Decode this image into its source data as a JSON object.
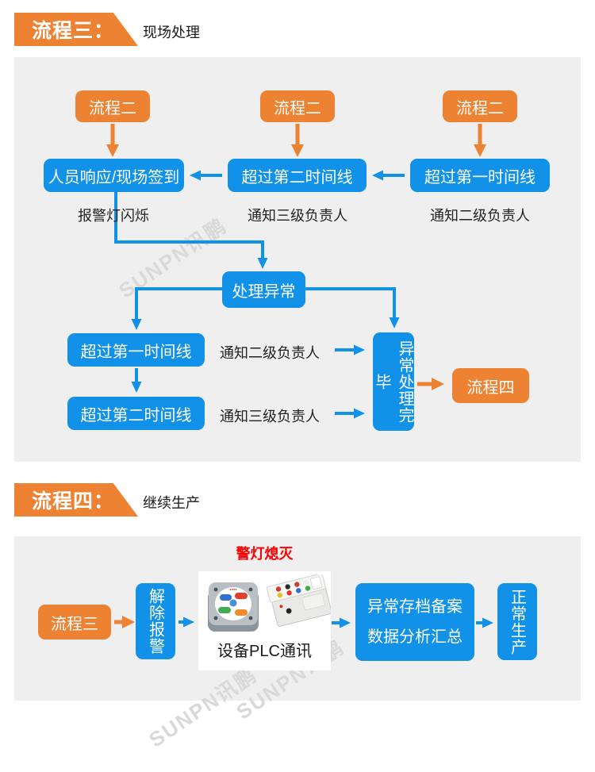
{
  "colors": {
    "orange": "#ee8233",
    "blue": "#1191e8",
    "red": "#fe0000",
    "panel_background": "#efefef",
    "watermark_gray": "#d9d9d9"
  },
  "watermark": {
    "text": "SUNPN讯鹏"
  },
  "flow3": {
    "badge": "流程三：",
    "title": "现场处理",
    "sources": [
      {
        "label": "流程二"
      },
      {
        "label": "流程二"
      },
      {
        "label": "流程二"
      }
    ],
    "steps": [
      {
        "label": "人员响应/现场签到",
        "note": "报警灯闪烁"
      },
      {
        "label": "超过第二时间线",
        "note": "通知三级负责人"
      },
      {
        "label": "超过第一时间线",
        "note": "通知二级负责人"
      }
    ],
    "handle": {
      "label": "处理异常"
    },
    "timeline": [
      {
        "label": "超过第一时间线",
        "note": "通知二级负责人"
      },
      {
        "label": "超过第二时间线",
        "note": "通知三级负责人"
      }
    ],
    "done": {
      "label": "异常处理完毕"
    },
    "next": {
      "label": "流程四"
    }
  },
  "flow4": {
    "badge": "流程四：",
    "title": "继续生产",
    "source": {
      "label": "流程三"
    },
    "release": {
      "label": "解除报警"
    },
    "alarm_off": {
      "label": "警灯熄灭"
    },
    "device": {
      "label": "设备PLC通讯"
    },
    "archive": {
      "line1": "异常存档备案",
      "line2": "数据分析汇总"
    },
    "normal": {
      "label": "正常生产"
    }
  }
}
